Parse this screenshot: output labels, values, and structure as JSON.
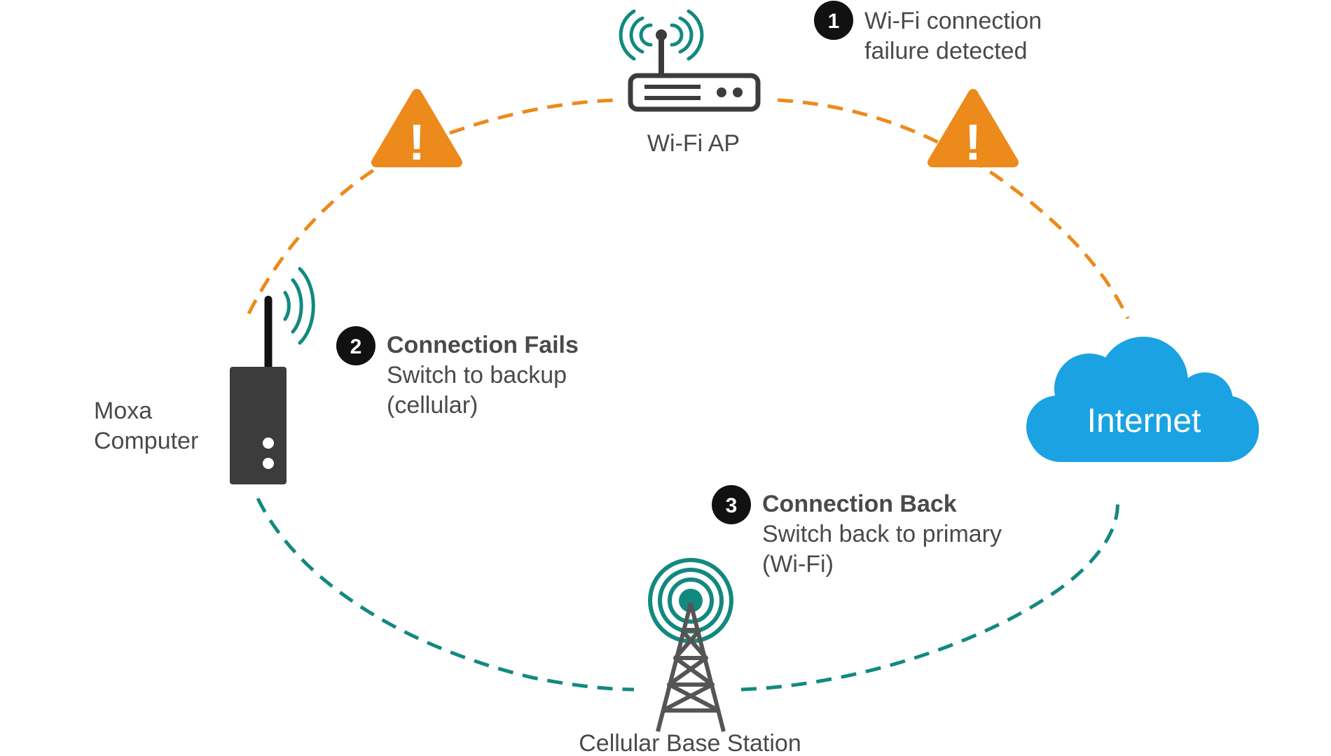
{
  "colors": {
    "wifi_path": "#EC8A1B",
    "cellular_path": "#12897F",
    "signal": "#12897F",
    "warning": "#EC8A1B",
    "device": "#3c3c3c",
    "cloud": "#1AA2E3",
    "text": "#4a4a4a",
    "step_badge": "#111111"
  },
  "nodes": {
    "wifi_ap": {
      "label": "Wi-Fi AP",
      "icon": "router-icon"
    },
    "moxa": {
      "label_line1": "Moxa",
      "label_line2": "Computer",
      "icon": "computer-icon"
    },
    "internet": {
      "label": "Internet",
      "icon": "cloud-icon"
    },
    "cellular": {
      "label": "Cellular Base Station",
      "icon": "cell-tower-icon"
    }
  },
  "steps": [
    {
      "number": "1",
      "title": "Wi-Fi connection",
      "line2": "failure detected",
      "line3": ""
    },
    {
      "number": "2",
      "title": "Connection Fails",
      "line2": "Switch to backup",
      "line3": "(cellular)"
    },
    {
      "number": "3",
      "title": "Connection Back",
      "line2": "Switch back to primary",
      "line3": "(Wi-Fi)"
    }
  ],
  "warnings": [
    {
      "symbol": "!",
      "icon": "warning-icon"
    },
    {
      "symbol": "!",
      "icon": "warning-icon"
    }
  ]
}
